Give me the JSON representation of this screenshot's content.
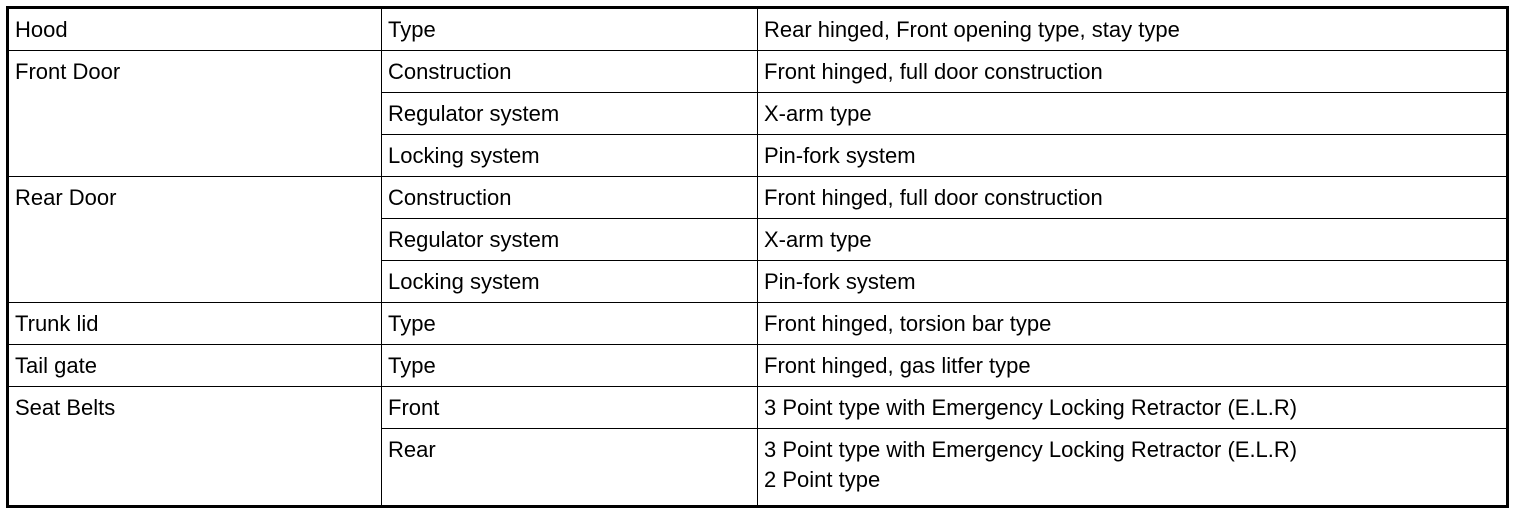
{
  "rows": [
    {
      "component": "Hood",
      "items": [
        {
          "item": "Type",
          "desc": [
            "Rear hinged, Front opening type, stay type"
          ]
        }
      ]
    },
    {
      "component": "Front Door",
      "items": [
        {
          "item": "Construction",
          "desc": [
            "Front hinged, full door construction"
          ]
        },
        {
          "item": "Regulator system",
          "desc": [
            "X-arm type"
          ]
        },
        {
          "item": "Locking system",
          "desc": [
            "Pin-fork system"
          ]
        }
      ]
    },
    {
      "component": "Rear Door",
      "items": [
        {
          "item": "Construction",
          "desc": [
            "Front hinged, full door construction"
          ]
        },
        {
          "item": "Regulator system",
          "desc": [
            "X-arm type"
          ]
        },
        {
          "item": "Locking system",
          "desc": [
            "Pin-fork system"
          ]
        }
      ]
    },
    {
      "component": "Trunk lid",
      "items": [
        {
          "item": "Type",
          "desc": [
            "Front hinged, torsion bar type"
          ]
        }
      ]
    },
    {
      "component": "Tail gate",
      "items": [
        {
          "item": "Type",
          "desc": [
            "Front hinged, gas litfer type"
          ]
        }
      ]
    },
    {
      "component": "Seat Belts",
      "items": [
        {
          "item": "Front",
          "desc": [
            "3 Point type with Emergency Locking Retractor (E.L.R)"
          ]
        },
        {
          "item": "Rear",
          "desc": [
            "3 Point type with Emergency Locking Retractor (E.L.R)",
            "2 Point type"
          ]
        }
      ]
    }
  ]
}
